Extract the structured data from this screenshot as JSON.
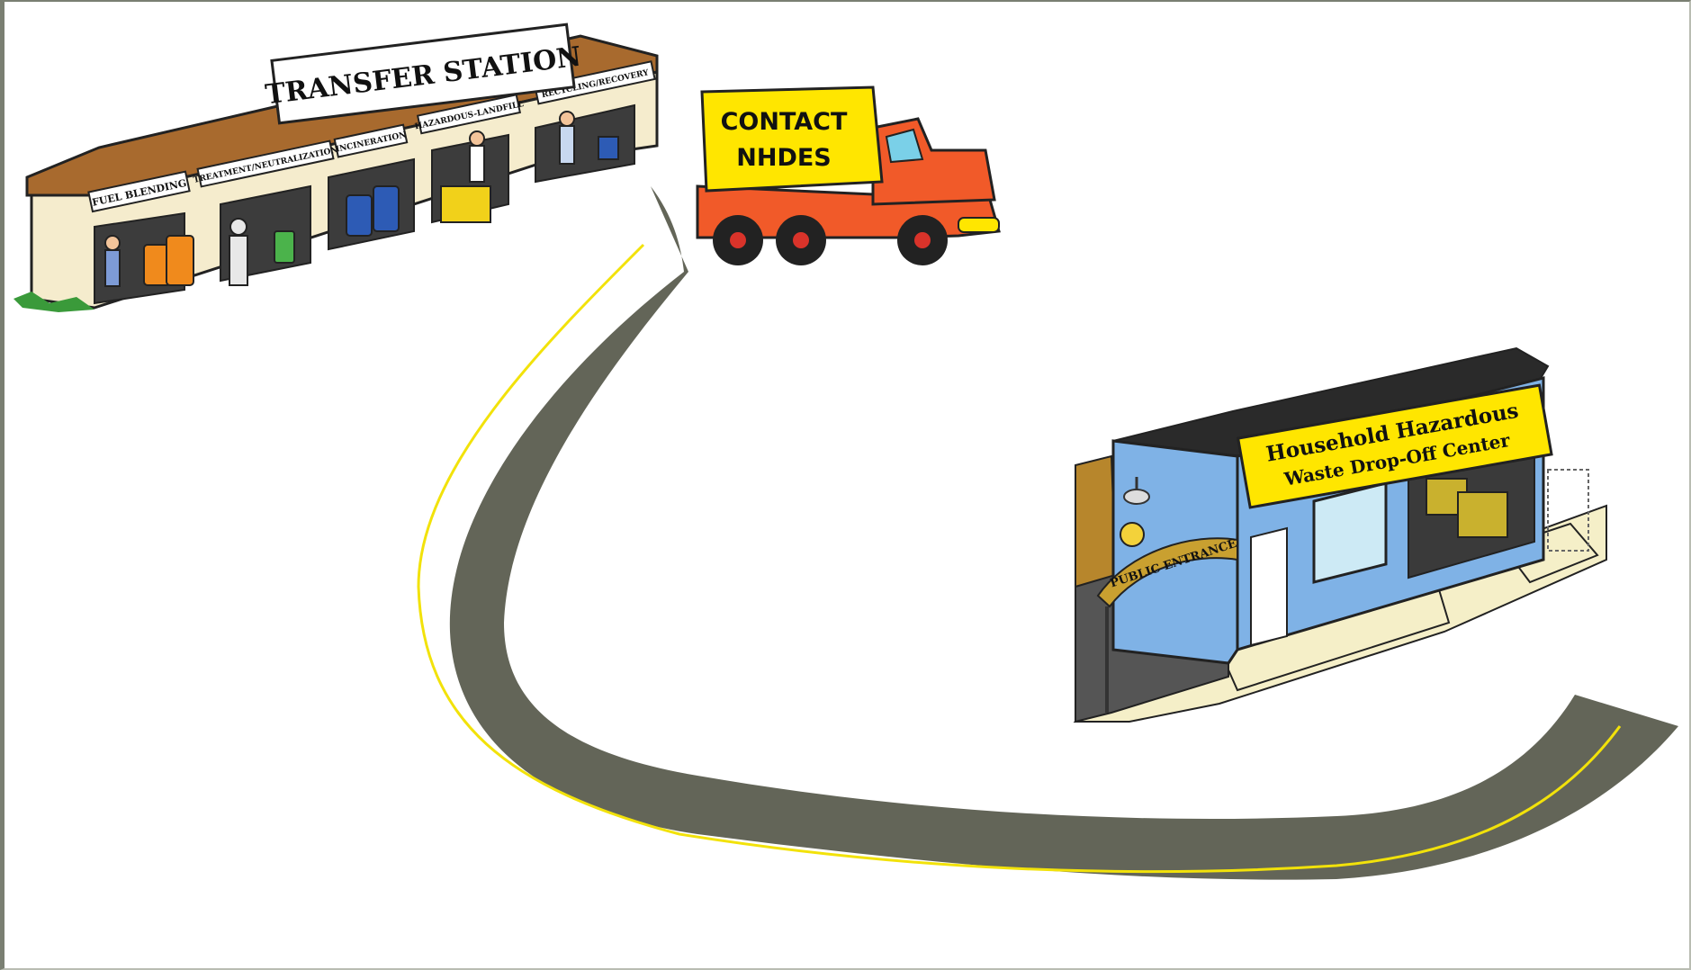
{
  "transfer_station": {
    "title": "TRANSFER STATION",
    "bays": [
      "FUEL BLENDING",
      "TREATMENT/NEUTRALIZATION",
      "INCINERATION",
      "HAZARDOUS-LANDFILL",
      "RECYCLING/RECOVERY"
    ]
  },
  "truck": {
    "line1": "CONTACT",
    "line2": "NHDES"
  },
  "drop_off_center": {
    "sign_line1": "Household Hazardous",
    "sign_line2": "Waste Drop-Off Center",
    "entrance_sign": "PUBLIC ENTRANCE"
  },
  "colors": {
    "road": "#636558",
    "road_line": "#f2e20a",
    "truck_body": "#ffe600",
    "truck_cab": "#f15a29",
    "building": "#7fb2e6",
    "sign": "#ffe600",
    "station_wall": "#f5eccd",
    "station_roof": "#a86a2e"
  }
}
